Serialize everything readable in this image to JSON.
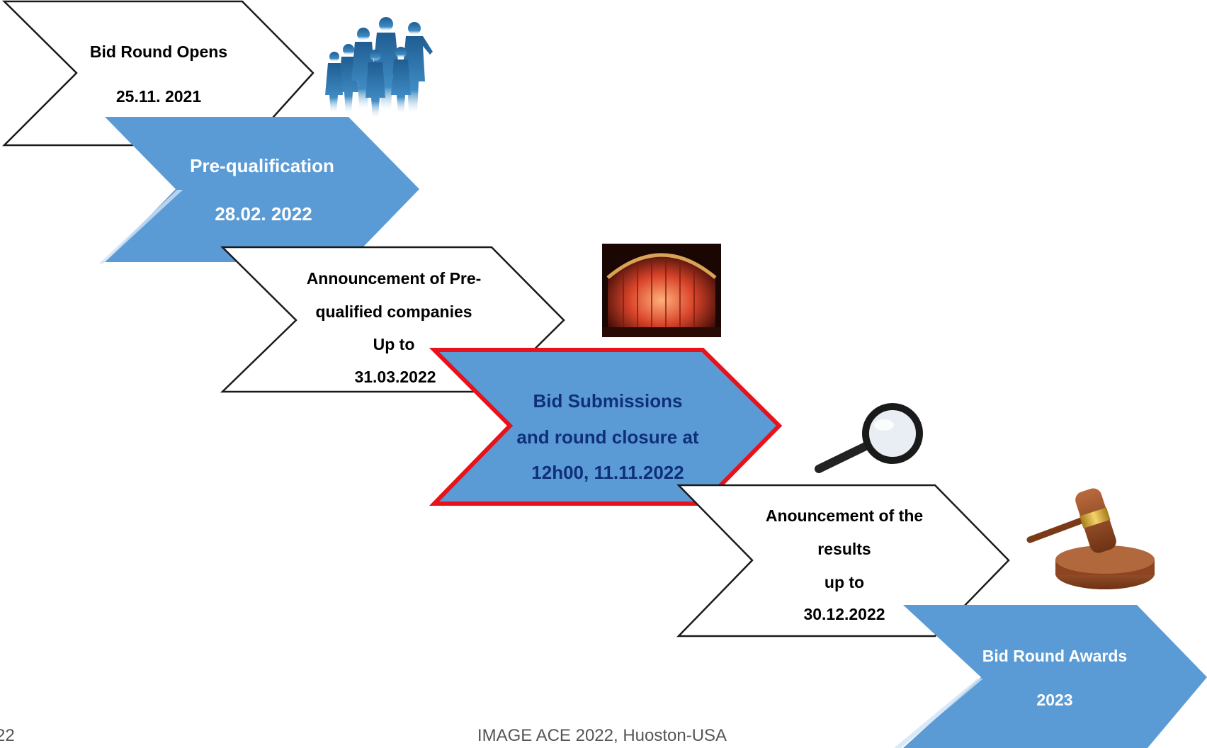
{
  "steps": [
    {
      "lines": [
        "Bid Round Opens",
        "25.11. 2021"
      ],
      "style": "outline",
      "text_color": "#000000"
    },
    {
      "lines": [
        "Pre-qualification",
        "28.02. 2022"
      ],
      "style": "blue",
      "text_color": "#ffffff"
    },
    {
      "lines": [
        "Announcement of Pre-",
        "qualified companies",
        "Up to",
        "31.03.2022"
      ],
      "style": "outline",
      "text_color": "#000000"
    },
    {
      "lines": [
        "Bid Submissions",
        "and round closure at",
        "12h00, 11.11.2022"
      ],
      "style": "blue-highlight",
      "text_color": "#0f2f7a"
    },
    {
      "lines": [
        "Anouncement of the",
        "results",
        "up to",
        "30.12.2022"
      ],
      "style": "outline",
      "text_color": "#000000"
    },
    {
      "lines": [
        "Bid Round Awards",
        "2023"
      ],
      "style": "blue",
      "text_color": "#ffffff"
    }
  ],
  "icons": [
    "business-people-icon",
    "theater-curtain-icon",
    "magnifying-glass-icon",
    "gavel-icon"
  ],
  "colors": {
    "blue": "#5b9bd5",
    "highlight_border": "#e8121b",
    "outline": "#1a1a1a"
  },
  "footer": {
    "page_number": "22",
    "text": "IMAGE ACE 2022, Huoston-USA"
  }
}
